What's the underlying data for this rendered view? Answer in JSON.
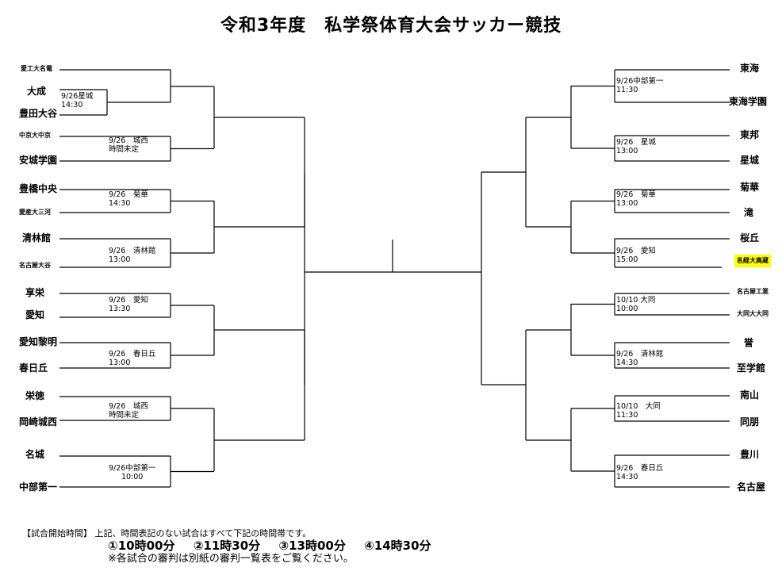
{
  "title": "令和3年度　私学祭体育大会サッカー競技",
  "left_teams": [
    "愛工大名電",
    "大成",
    "豊田大谷",
    "中京大中京",
    "安城学園",
    "豊橋中央",
    "愛産大三河",
    "清林館",
    "名古屋大谷",
    "享栄",
    "愛知",
    "愛知黎明",
    "春日丘",
    "栄徳",
    "岡崎城西",
    "名城",
    "中部第一"
  ],
  "right_teams": [
    "東海",
    "東海学園",
    "東邦",
    "星城",
    "菊華",
    "滝",
    "桜丘",
    "名経大高蔵",
    "名古屋工業",
    "大同大大同",
    "誉",
    "至学館",
    "南山",
    "同朋",
    "豊川",
    "名古屋"
  ],
  "left_matches": [
    [
      "9/26星城",
      "14:30"
    ],
    [
      "9/26　城西",
      "時間未定"
    ],
    [
      "9/26　菊華",
      "14:30"
    ],
    [
      "9/26　清林館",
      "13:00"
    ],
    [
      "9/26　愛知",
      "13:30"
    ],
    [
      "9/26　春日丘",
      "13:00"
    ],
    [
      "9/26　城西",
      "時間未定"
    ],
    [
      "9/26中部第一",
      "10:00"
    ]
  ],
  "right_matches": [
    [
      "9/26中部第一",
      "11:30"
    ],
    [
      "9/26　星城",
      "13:00"
    ],
    [
      "9/26　菊華",
      "13:00"
    ],
    [
      "9/26　愛知",
      "15:00"
    ],
    [
      "10/10 大同",
      "10:00"
    ],
    [
      "9/26　清林館",
      "14:30"
    ],
    [
      "10/10　大同",
      "11:30"
    ],
    [
      "9/26　春日丘",
      "14:30"
    ]
  ],
  "footer": {
    "heading": "【試合開始時間】",
    "text": "上記、時間表記のない試合はすべて下記の時間帯です。",
    "times": [
      "①10時00分",
      "②11時30分",
      "③13時00分",
      "④14時30分"
    ],
    "note": "※各試合の審判は別紙の審判一覧表をご覧ください。"
  },
  "highlight_color": "#ffff00"
}
